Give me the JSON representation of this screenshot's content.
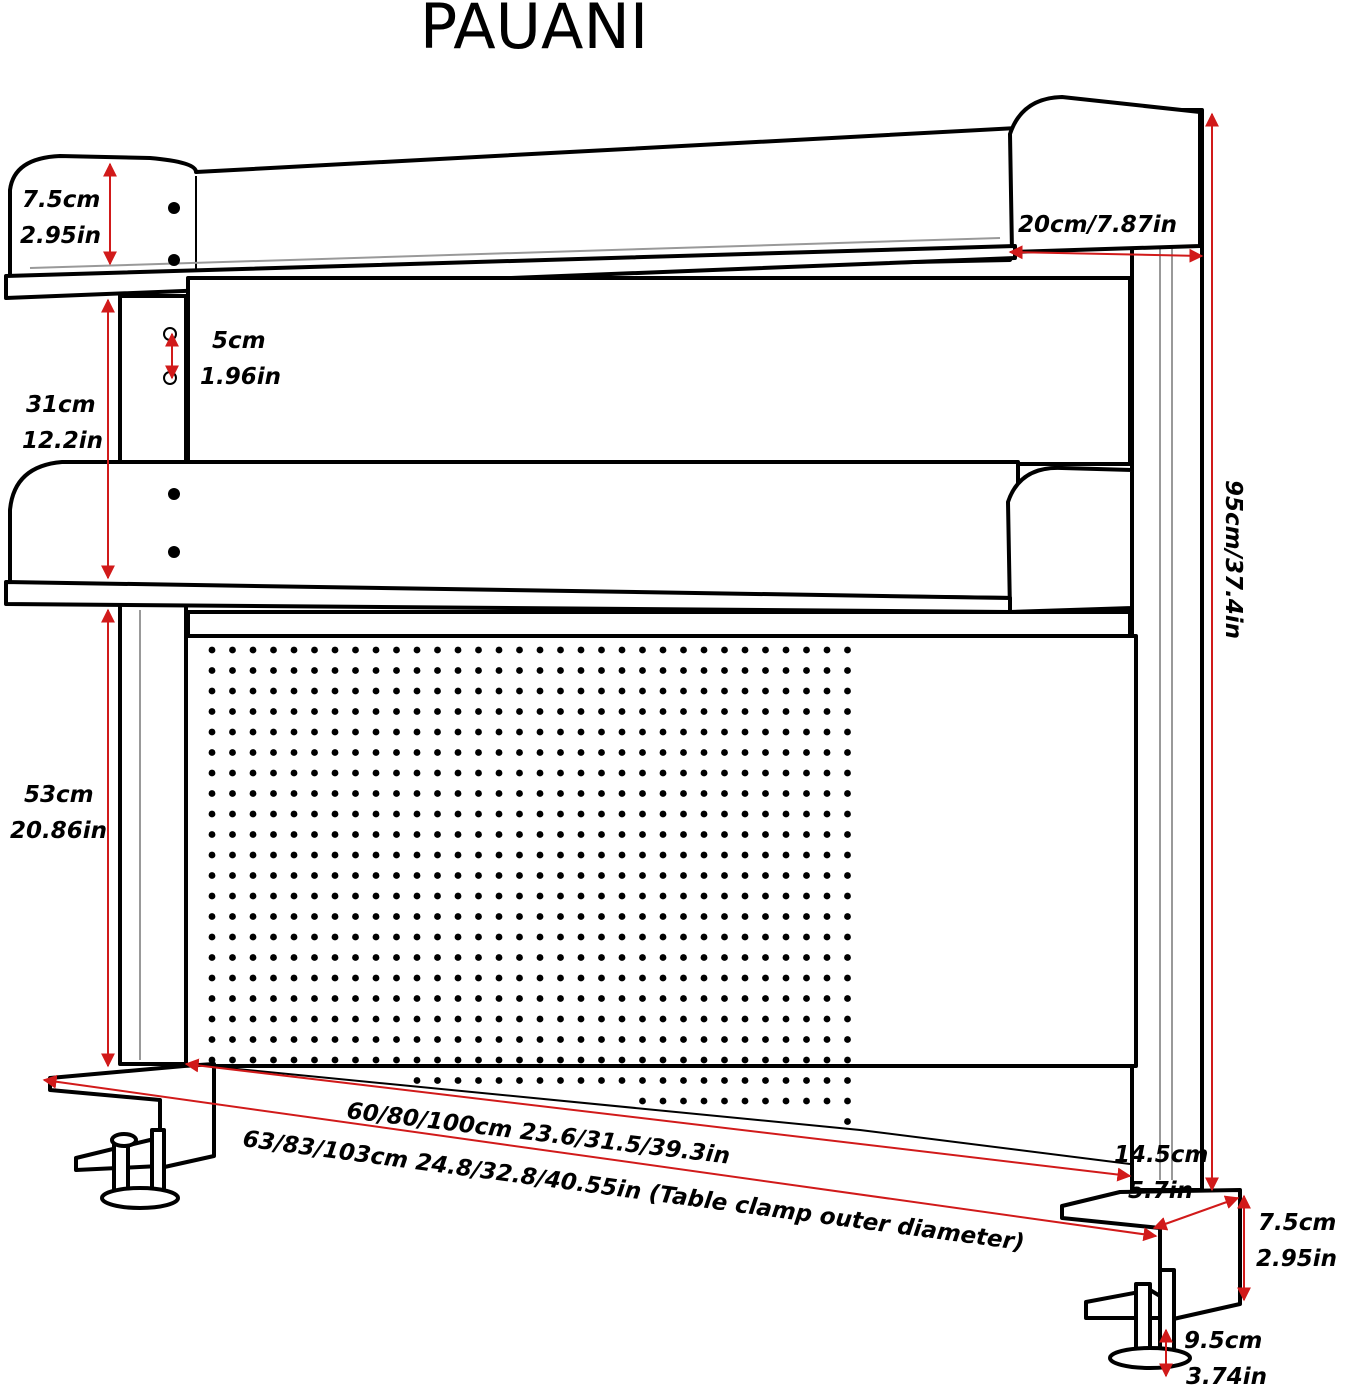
{
  "brand": "PAUANI",
  "colors": {
    "dimension_line": "#d11a1a",
    "outline": "#000000",
    "background": "#ffffff"
  },
  "dimensions": {
    "top_shelf_height": {
      "cm": "7.5cm",
      "in": "2.95in"
    },
    "shelf_depth": "20cm/7.87in",
    "screw_spacing": {
      "cm": "5cm",
      "in": "1.96in"
    },
    "shelf_gap": {
      "cm": "31cm",
      "in": "12.2in"
    },
    "total_height": "95cm/37.4in",
    "lower_height": {
      "cm": "53cm",
      "in": "20.86in"
    },
    "width": "60/80/100cm  23.6/31.5/39.3in",
    "clamp_width": "63/83/103cm 24.8/32.8/40.55in (Table clamp outer diameter)",
    "clamp_depth": {
      "cm": "14.5cm",
      "in": "5.7in"
    },
    "clamp_height": {
      "cm": "7.5cm",
      "in": "2.95in"
    },
    "clamp_opening": {
      "cm": "9.5cm",
      "in": "3.74in"
    }
  }
}
